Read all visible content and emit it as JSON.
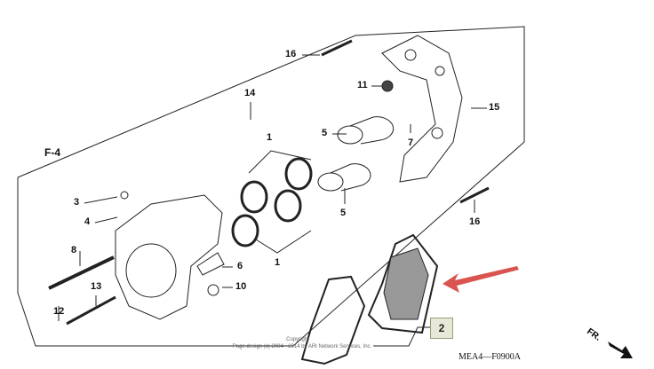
{
  "diagram": {
    "callouts": [
      "16",
      "11",
      "15",
      "14",
      "5",
      "7",
      "1",
      "1",
      "5",
      "3",
      "4",
      "8",
      "6",
      "10",
      "13",
      "12",
      "16"
    ],
    "reference": "F-4",
    "highlighted_part": "2",
    "copyright_line1": "Copyright",
    "copyright_line2": "Page design (c) 2004 - 2014 by ARI Network Services, Inc.",
    "diagram_code": "MEA4—F0900A",
    "front_indicator": "FR.",
    "colors": {
      "pointer_arrow": "#d9534f",
      "highlight_box": "#e8e8d8"
    }
  }
}
